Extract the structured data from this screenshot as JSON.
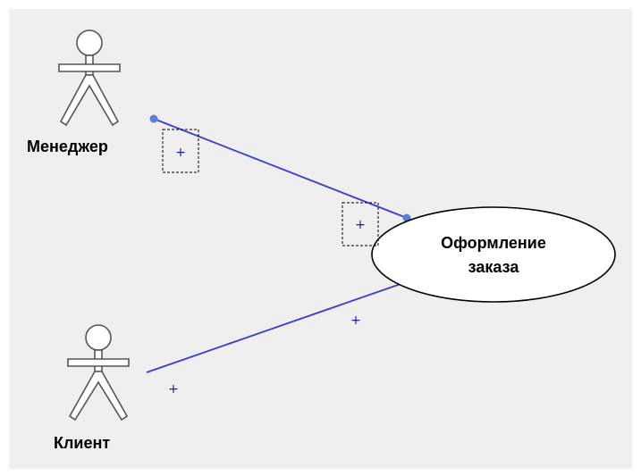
{
  "diagram": {
    "actors": [
      {
        "name": "Менеджер"
      },
      {
        "name": "Клиент"
      }
    ],
    "use_case": {
      "line1": "Оформление",
      "line2": "заказа"
    },
    "markers": {
      "plus": "+"
    },
    "colors": {
      "background": "#efefef",
      "association_line": "#3b3bd6",
      "selection_handle": "#5b7fd4",
      "marker": "#1a1aa8"
    },
    "icons": [
      "stick-figure-icon",
      "plus-icon"
    ]
  }
}
